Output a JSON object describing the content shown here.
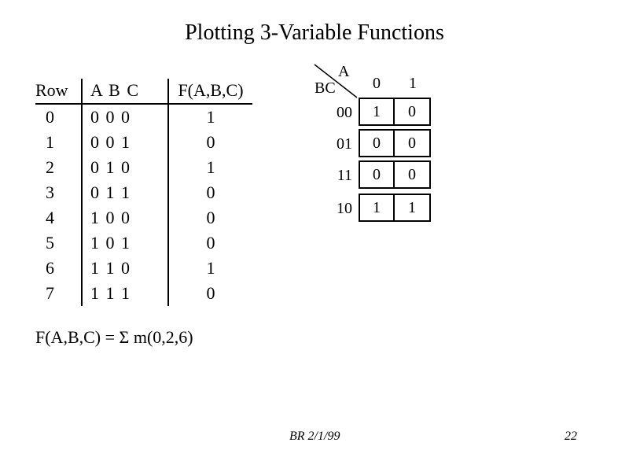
{
  "slide": {
    "title": "Plotting 3-Variable Functions",
    "equation": "F(A,B,C) = Σ m(0,2,6)",
    "footer_credit": "BR 2/1/99",
    "page_number": "22"
  },
  "truth_table": {
    "headers": {
      "row": "Row",
      "abc": "A B C",
      "f": "F(A,B,C)"
    },
    "rows": [
      {
        "n": "0",
        "abc": "0 0 0",
        "f": "1"
      },
      {
        "n": "1",
        "abc": "0 0 1",
        "f": "0"
      },
      {
        "n": "2",
        "abc": "0 1 0",
        "f": "1"
      },
      {
        "n": "3",
        "abc": "0 1 1",
        "f": "0"
      },
      {
        "n": "4",
        "abc": "1 0 0",
        "f": "0"
      },
      {
        "n": "5",
        "abc": "1 0 1",
        "f": "0"
      },
      {
        "n": "6",
        "abc": "1 1 0",
        "f": "1"
      },
      {
        "n": "7",
        "abc": "1 1 1",
        "f": "0"
      }
    ]
  },
  "kmap": {
    "col_var": "A",
    "row_var": "BC",
    "col_labels": [
      "0",
      "1"
    ],
    "row_labels": [
      "00",
      "01",
      "11",
      "10"
    ],
    "cells": [
      [
        "1",
        "0"
      ],
      [
        "0",
        "0"
      ],
      [
        "0",
        "0"
      ],
      [
        "1",
        "1"
      ]
    ]
  }
}
